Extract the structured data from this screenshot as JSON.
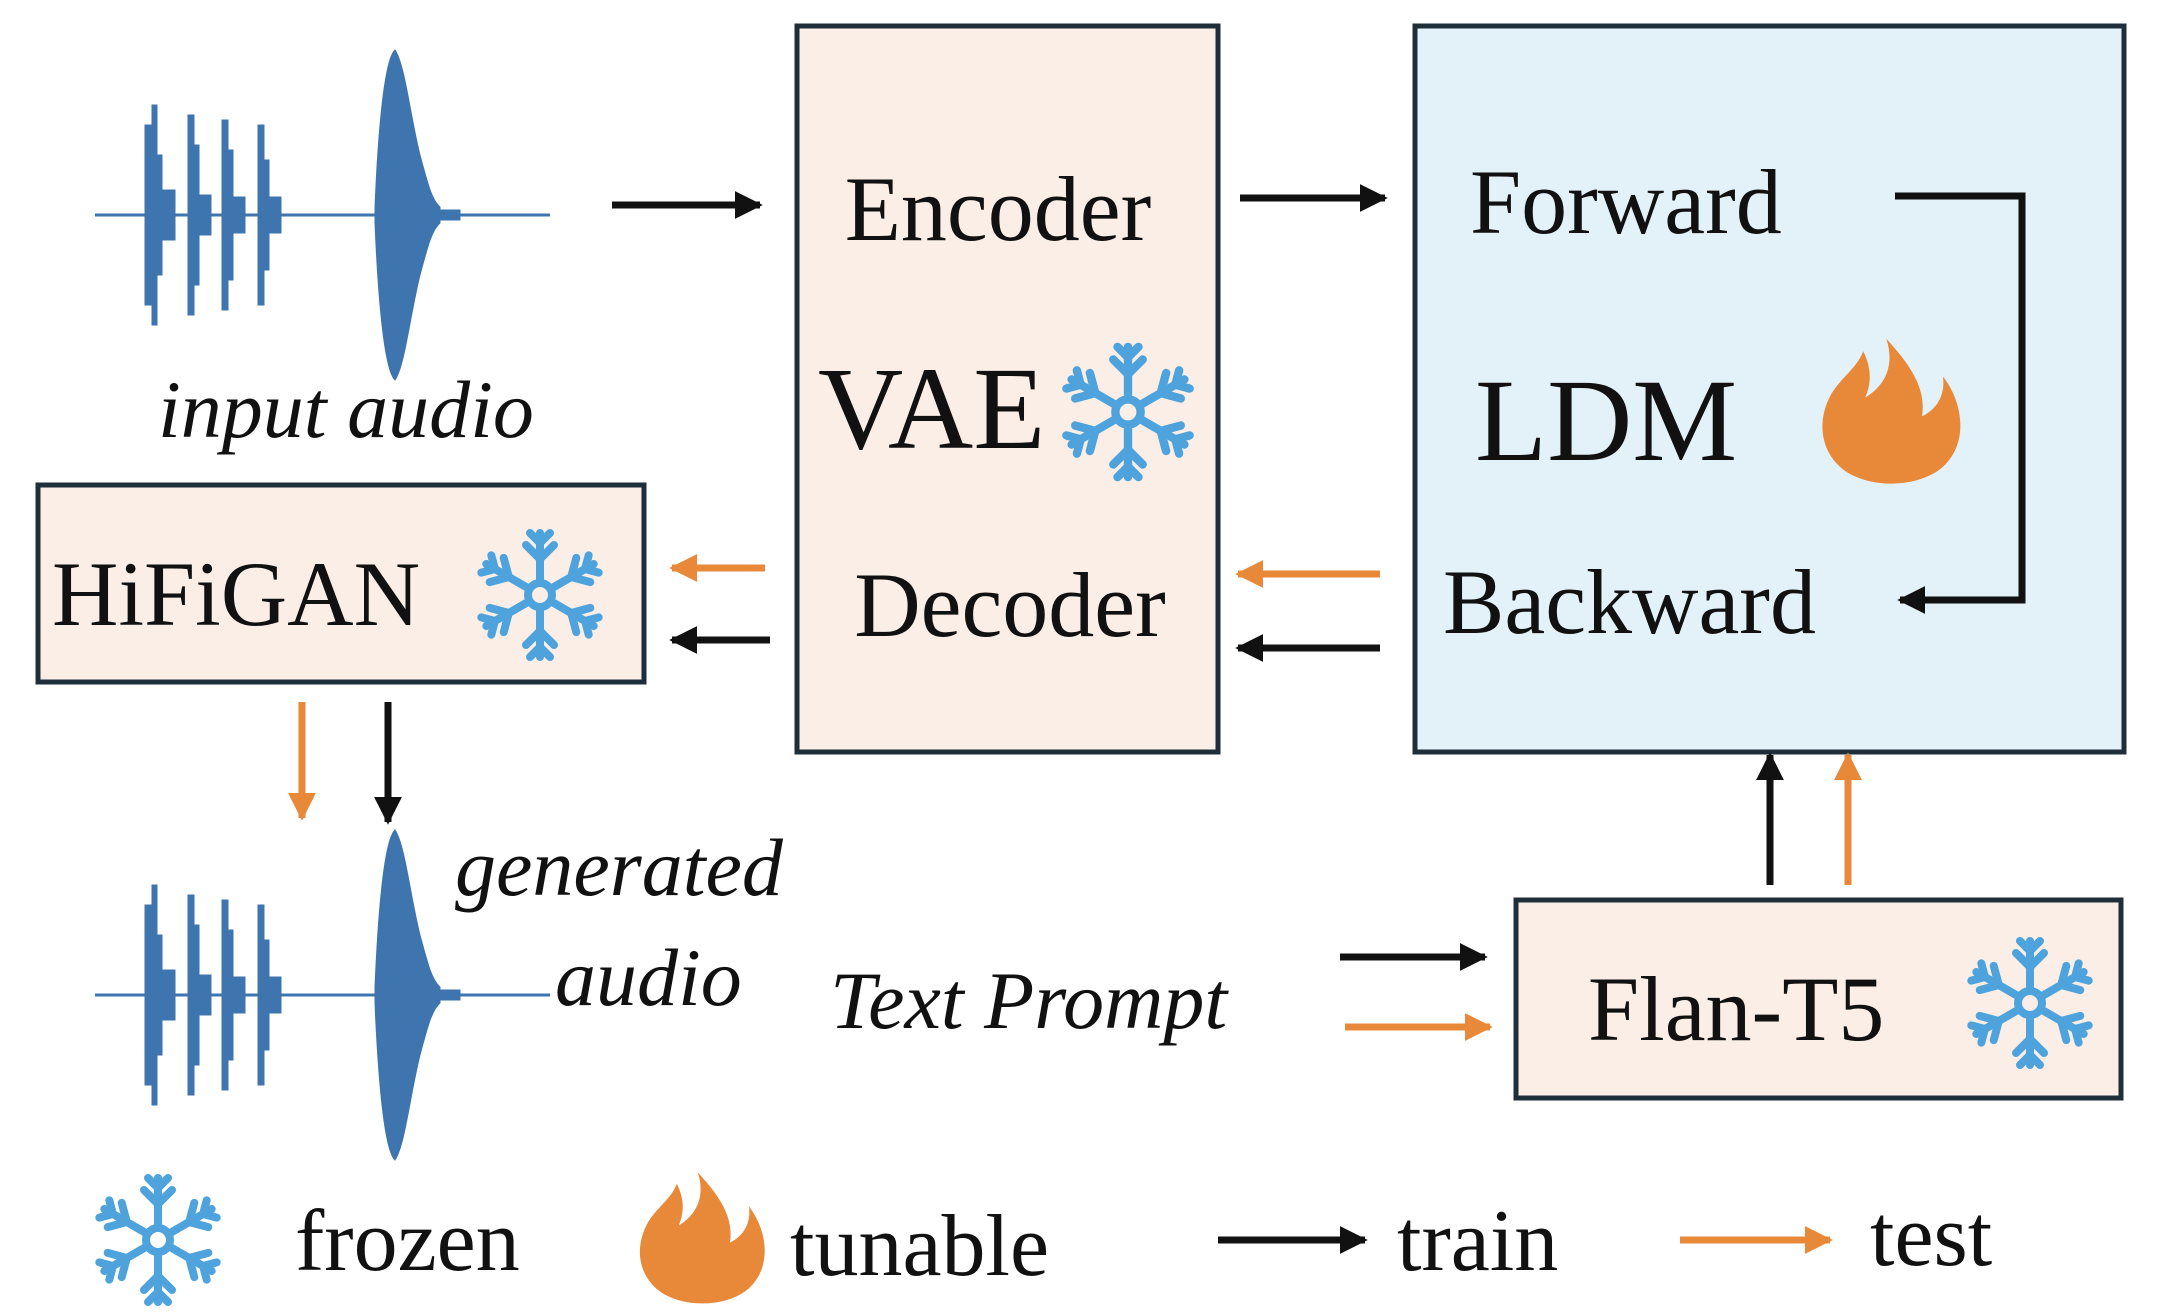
{
  "labels": {
    "input_audio": "input audio",
    "generated_audio_line1": "generated",
    "generated_audio_line2": "audio",
    "text_prompt": "Text Prompt",
    "encoder": "Encoder",
    "vae": "VAE",
    "decoder": "Decoder",
    "forward": "Forward",
    "ldm": "LDM",
    "backward": "Backward",
    "hifigan": "HiFiGAN",
    "flan_t5": "Flan-T5"
  },
  "legend": {
    "frozen": "frozen",
    "tunable": "tunable",
    "train": "train",
    "test": "test"
  },
  "colors": {
    "train_arrow": "#111111",
    "test_arrow": "#E8893A",
    "vae_fill": "#FAEEE6",
    "ldm_fill": "#E3F1F9",
    "box_border": "#1F2F3A",
    "waveform": "#3E75AE",
    "snowflake": "#4FA3DC",
    "flame": "#E8893A"
  },
  "icons": {
    "frozen": "snowflake-icon",
    "tunable": "flame-icon"
  }
}
